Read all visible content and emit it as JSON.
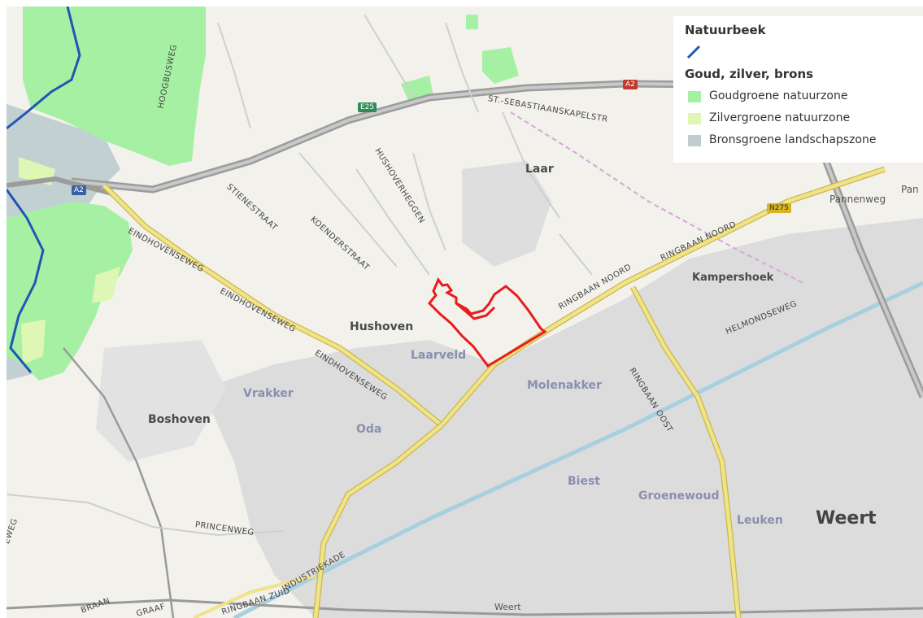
{
  "colors": {
    "natuurbeek": "#1f56b4",
    "goudgroen": "#a6f0a3",
    "zilvergroen": "#def7b5",
    "bronsgroen": "#bfcdd1",
    "plan_outline": "#e81d1d",
    "built_area": "#dcdcdc",
    "main_road": "#f1e38a"
  },
  "legend": {
    "title": "Natuurbeek",
    "group_title": "Goud, zilver, brons",
    "items": [
      {
        "label": "Goudgroene natuurzone"
      },
      {
        "label": "Zilvergroene natuurzone"
      },
      {
        "label": "Bronsgroene landschapszone"
      }
    ]
  },
  "places": {
    "laar": "Laar",
    "pannenweg": "Pannenweg",
    "pan": "Pan",
    "kampershoek": "Kampershoek",
    "hushoven": "Hushoven",
    "laarveld": "Laarveld",
    "molenakker": "Molenakker",
    "vrakker": "Vrakker",
    "oda": "Oda",
    "boshoven": "Boshoven",
    "biest": "Biest",
    "groenewoud": "Groenewoud",
    "leuken": "Leuken",
    "weert": "Weert",
    "weert_station": "Weert"
  },
  "streets": {
    "hoogbrugweg": "HOOGBUSWEG",
    "st_sebastiaan": "ST.-SEBASTIAANSKAPELSTR",
    "hushoverheggen": "HUSHOVERHEGGEN",
    "stienestraat": "STIENESTRAAT",
    "koenderstraat": "KOENDERSTRAAT",
    "eindhovenseweg1": "EINDHOVENSEWEG",
    "eindhovenseweg2": "EINDHOVENSEWEG",
    "eindhovenseweg3": "EINDHOVENSEWEG",
    "ringbaan_noord1": "RINGBAAN NOORD",
    "ringbaan_noord2": "RINGBAAN NOORD",
    "ringbaan_oost": "RINGBAAN OOST",
    "helmondseweg": "HELMONDSEWEG",
    "princenweg": "PRINCENWEG",
    "ringbaan_zuid": "RINGBAAN ZUID",
    "industriekade": "INDUSTRIEKADE",
    "graaf": "GRAAF",
    "braan": "BRAAN",
    "eweg": "EWEG"
  },
  "shields": {
    "a2": "A2",
    "e25": "E25",
    "n275": "N275",
    "a2_blue": "A2"
  }
}
